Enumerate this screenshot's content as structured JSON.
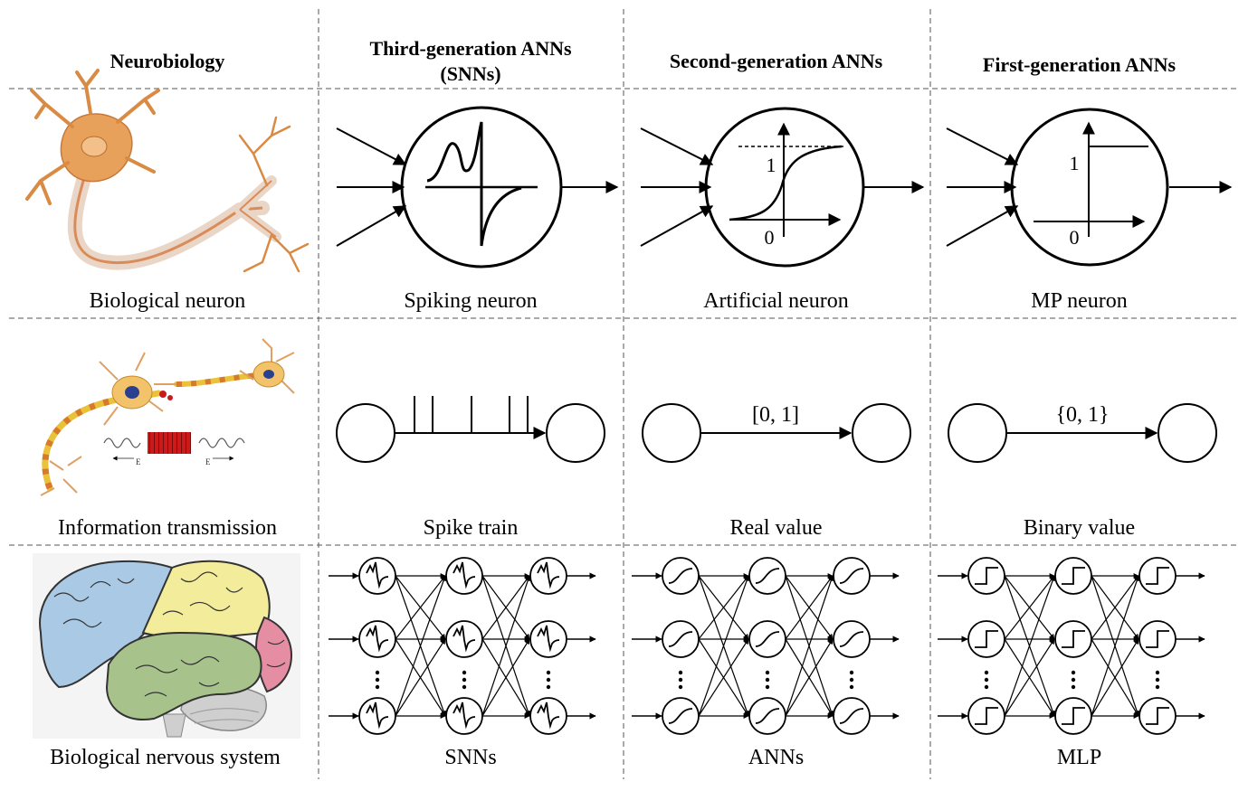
{
  "headers": {
    "neurobiology": "Neurobiology",
    "third_line1": "Third-generation ANNs",
    "third_line2": "(SNNs)",
    "second": "Second-generation ANNs",
    "first": "First-generation ANNs"
  },
  "row1_captions": {
    "bio": "Biological neuron",
    "spiking": "Spiking neuron",
    "artificial": "Artificial neuron",
    "mp": "MP neuron"
  },
  "row1_axis_labels": {
    "sigmoid_one": "1",
    "sigmoid_zero": "0",
    "step_one": "1",
    "step_zero": "0"
  },
  "row2_captions": {
    "bio": "Information transmission",
    "spike": "Spike train",
    "real": "Real value",
    "binary": "Binary value"
  },
  "row2_edge_labels": {
    "real": "[0, 1]",
    "binary": "{0, 1}"
  },
  "row2_bio_labels": {
    "e1": "E",
    "e2": "E"
  },
  "row3_captions": {
    "bio": "Biological nervous system",
    "snn": "SNNs",
    "ann": "ANNs",
    "mlp": "MLP"
  },
  "colors": {
    "neuron_orange": "#e8a15a",
    "axon_sheath": "#e7c9b4",
    "brain_blue": "#a9c9e5",
    "brain_yellow": "#f2ec9b",
    "brain_green": "#a7c28a",
    "brain_pink": "#e58ea3",
    "cerebellum": "#cfcfcf",
    "signal_red": "#cc1a1a",
    "dash_gray": "#666666"
  }
}
